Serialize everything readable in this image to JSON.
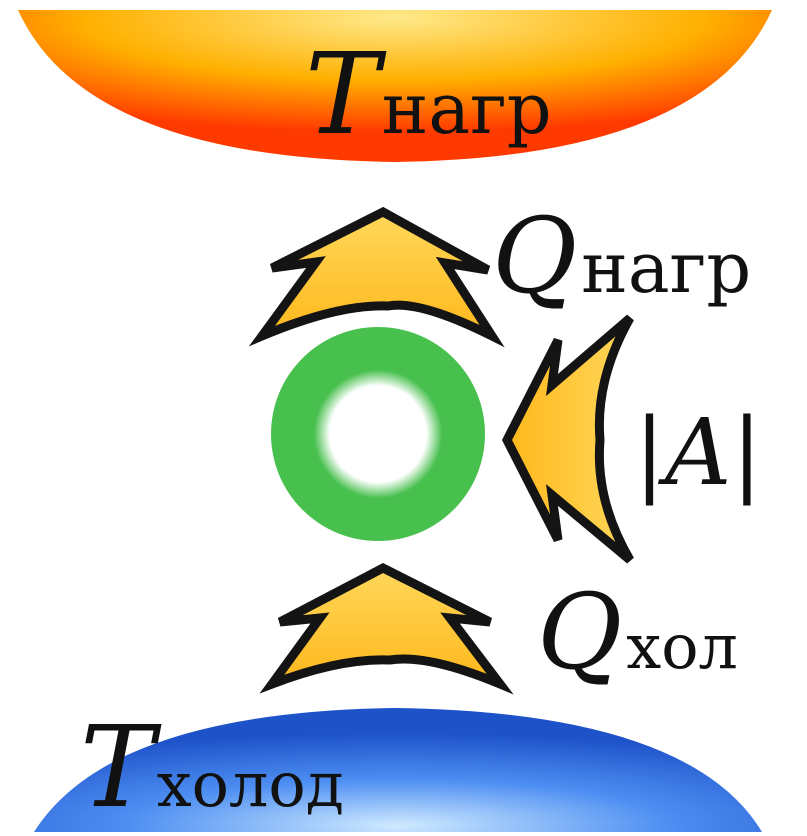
{
  "hot_reservoir": {
    "symbol": "T",
    "subscript": "нагр",
    "colors": {
      "core": "#ffe98a",
      "mid": "#ffb000",
      "edge": "#ff3a00"
    }
  },
  "cold_reservoir": {
    "symbol": "T",
    "subscript": "холод",
    "colors": {
      "core": "#cfeaff",
      "mid": "#4d8ef2",
      "edge": "#1d52c9"
    }
  },
  "heat_to_hot": {
    "symbol": "Q",
    "subscript": "нагр"
  },
  "heat_from_cold": {
    "symbol": "Q",
    "subscript": "хол"
  },
  "work": {
    "label": "|A|"
  },
  "engine": {
    "colors": {
      "ring": "#48c04e",
      "core": "#ffffff"
    }
  },
  "arrow_colors": {
    "fill": "#ffb81c",
    "highlight": "#ffd75a",
    "outline": "#141414"
  }
}
